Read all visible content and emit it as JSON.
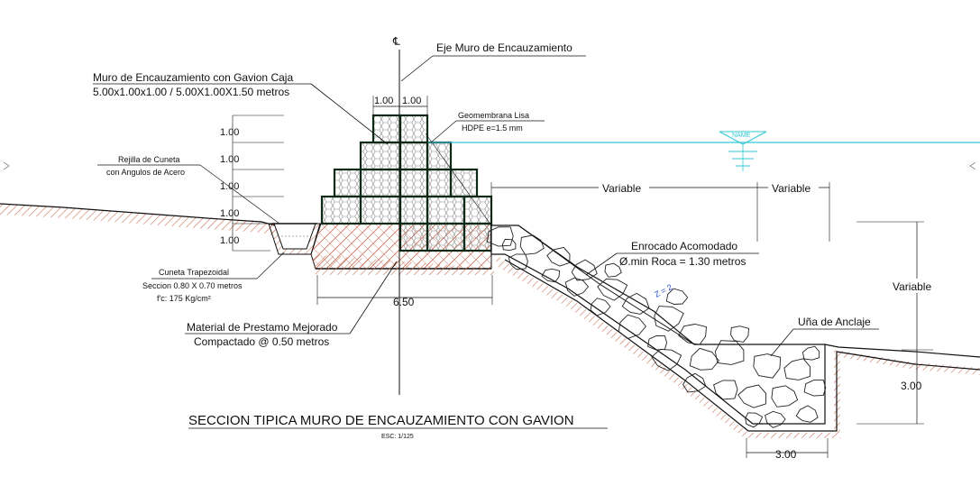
{
  "drawing": {
    "title": "SECCION TIPICA MURO DE ENCAUZAMIENTO CON GAVION",
    "scale": "ESC: 1/125",
    "centerline_symbol": "℄",
    "axis_label": "Eje Muro de Encauzamiento",
    "gabion_label_line1": "Muro de Encauzamiento con Gavion Caja",
    "gabion_label_line2": "5.00x1.00x1.00 / 5.00X1.00X1.50 metros",
    "geomembrane_line1": "Geomembrana Lisa",
    "geomembrane_line2": "HDPE e=1.5 mm",
    "rejilla_line1": "Rejilla de Cuneta",
    "rejilla_line2": "con Angulos de Acero",
    "cuneta_line1": "Cuneta Trapezoidal",
    "cuneta_line2": "Seccion 0.80 X 0.70 metros",
    "cuneta_line3": "f'c: 175 Kg/cm²",
    "prestamo_line1": "Material de Prestamo Mejorado",
    "prestamo_line2": "Compactado @ 0.50  metros",
    "enrocado_line1": "Enrocado Acomodado",
    "enrocado_line2": "Ø.min Roca = 1.30 metros",
    "slope_label": "Z = 2",
    "una_label": "Uña de Anclaje",
    "water_symbol": "NAME",
    "variable_label": "Variable",
    "dims": {
      "top_left": "1.00",
      "top_right": "1.00",
      "heights": [
        "1.00",
        "1.00",
        "1.00",
        "1.00",
        "1.00"
      ],
      "base_width": "6.50",
      "una_depth": "3.00",
      "una_width": "3.00"
    }
  },
  "colors": {
    "line": "#111111",
    "gabion_frame": "#0d2a16",
    "fill_hatch": "#c8735a",
    "water": "#33c8d8",
    "slope_text": "#2a4fd0"
  }
}
